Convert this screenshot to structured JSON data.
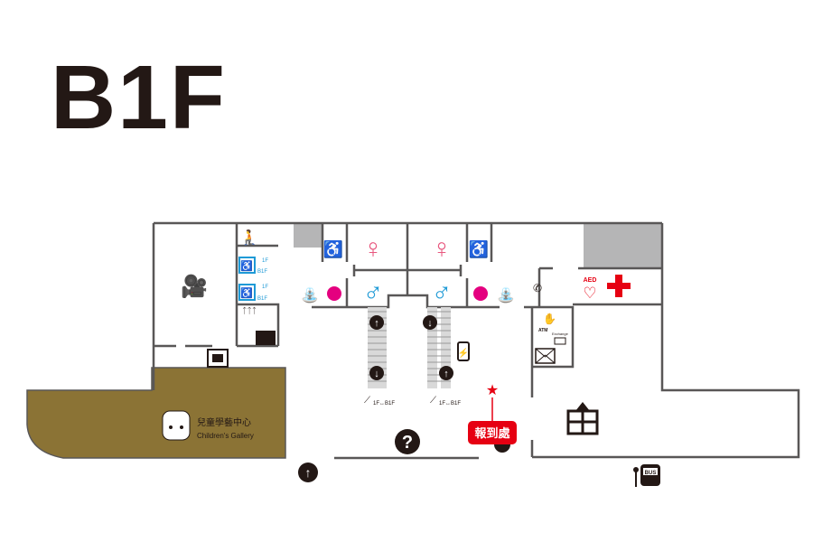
{
  "floor": {
    "title": "B1F"
  },
  "areas": {
    "childrens_gallery": {
      "name_zh": "兒童學藝中心",
      "name_en": "Children's Gallery"
    },
    "check_in": {
      "label": "報到處"
    }
  },
  "elevators": [
    {
      "from": "1F",
      "to": "B1F"
    },
    {
      "from": "1F",
      "to": "B1F"
    }
  ],
  "stairs": {
    "label": "1F↔B1F"
  },
  "escalator": {
    "label": "1F↔B1F"
  },
  "services": {
    "aed": "AED",
    "atm": "ATM",
    "exchange": "Exchange",
    "bus": "BUS"
  },
  "colors": {
    "gallery": "#8b7335",
    "wall": "#595757",
    "male": "#1e9ad6",
    "female": "#e8587f",
    "red": "#e60012",
    "gray": "#b5b5b6",
    "icon": "#231815"
  }
}
